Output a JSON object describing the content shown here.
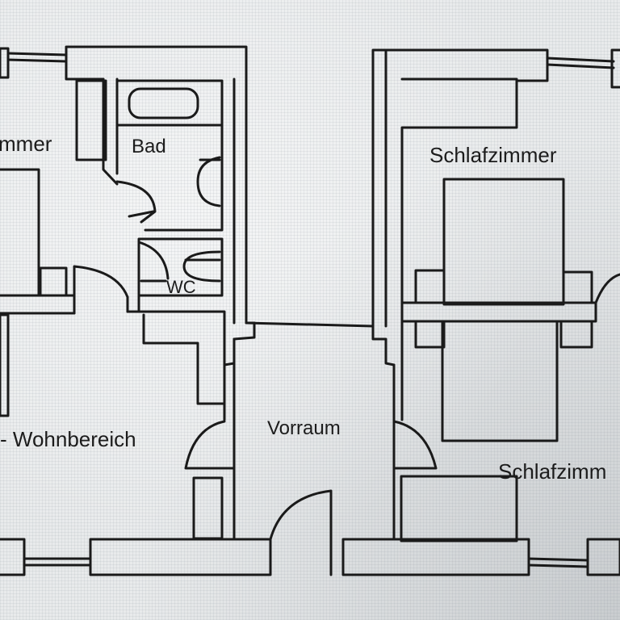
{
  "floorplan": {
    "rooms": {
      "wohnzimmer_partial": "mmer",
      "bad": "Bad",
      "wc": "WC",
      "schlafzimmer_top": "Schlafzimmer",
      "wohnbereich": "- Wohnbereich",
      "vorraum": "Vorraum",
      "schlafzimmer_bottom": "Schlafzimm"
    }
  }
}
